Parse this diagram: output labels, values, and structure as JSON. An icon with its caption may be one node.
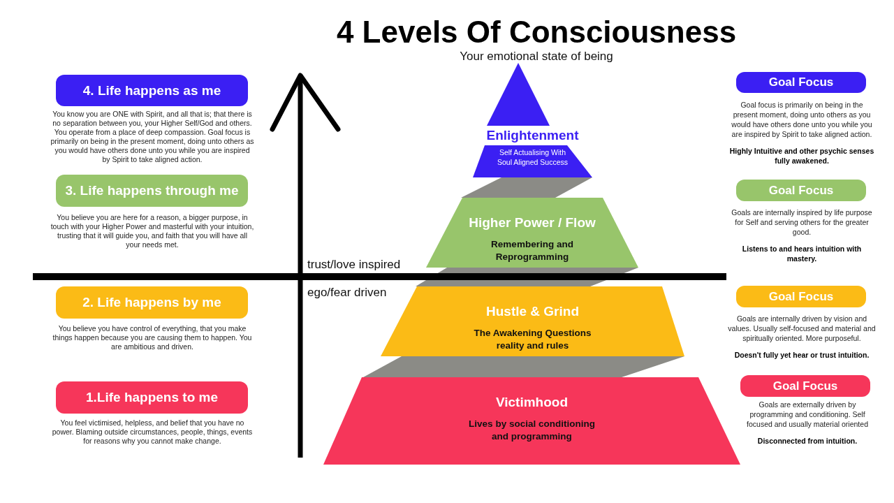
{
  "diagram": {
    "title": "4 Levels Of Consciousness",
    "nodes": [
      {
        "text": [
          "4. Life happens as me"
        ],
        "beside": [
          "You know you are ONE with Spirit, and all that is; that there is no separation between you, your Higher Self/God and others. You operate from a place of deep compassion. Goal focus is primarily on being in the present moment, doing unto others as you would have others done unto you while you are inspired by Spirit to take aligned action."
        ]
      },
      {
        "text": [
          "3. Life happens through me"
        ],
        "beside": [
          "You believe you are here for a reason, a bigger purpose, in touch with your Higher Power and masterful with your intuition, trusting that it will guide you, and faith that you will have all your needs met."
        ]
      },
      {
        "text": [
          "2. Life happens by me"
        ],
        "beside": [
          "You believe you have control of everything, that you make things happen because you are causing them to happen. You are ambitious and driven."
        ]
      },
      {
        "text": [
          "1.Life happens to me"
        ],
        "beside": [
          "You feel victimised, helpless, and belief that you have no power. Blaming outside circumstances, people, things, events for reasons why you cannot make change."
        ]
      },
      {
        "text": [
          "Enlightenment",
          "Self Actualising With Soul Aligned Success"
        ]
      },
      {
        "text": [
          "Higher Power / Flow",
          "Remembering and Reprogramming"
        ]
      },
      {
        "text": [
          "Hustle & Grind",
          "The Awakening Questions reality and rules"
        ]
      },
      {
        "text": [
          "Victimhood",
          "Lives by social conditioning and programming"
        ]
      },
      {
        "text": [
          "Goal Focus"
        ],
        "beside": [
          "Goal focus is primarily on being in the present moment, doing unto others as you would have others done unto you while you are inspired by Spirit to take aligned action.",
          "Highly Intuitive and other psychic senses fully awakened."
        ]
      },
      {
        "text": [
          "Goal Focus"
        ],
        "beside": [
          "Goals are internally inspired by life purpose for Self and serving others for the greater good.",
          "Listens to and hears intuition with mastery."
        ]
      },
      {
        "text": [
          "Goal Focus"
        ],
        "beside": [
          "Goals are internally driven by vision and values. Usually self-focused and material and spiritually oriented. More purposeful.",
          "Doesn't fully yet hear or trust intuition."
        ]
      },
      {
        "text": [
          "Goal Focus"
        ],
        "beside": [
          "Goals are externally driven by programming and conditioning. Self focused and usually material oriented",
          "Disconnected from intuition."
        ]
      }
    ],
    "labels": [
      "Your emotional state of being",
      "trust/love inspired",
      "ego/fear driven"
    ]
  }
}
